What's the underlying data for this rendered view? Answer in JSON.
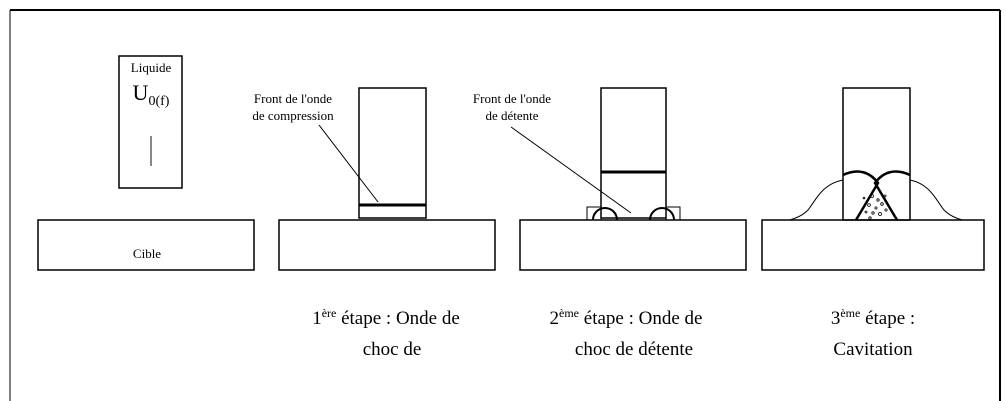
{
  "figure": {
    "panel0": {
      "liquid_label": "Liquide",
      "velocity_symbol": "U",
      "velocity_subscript": "0(f)",
      "target_label": "Cible"
    },
    "panel1": {
      "annotation_line1": "Front de l'onde",
      "annotation_line2": "de compression",
      "caption_num": "1",
      "caption_sup": "ère",
      "caption_line1": " étape : Onde de",
      "caption_line2": "choc de"
    },
    "panel2": {
      "annotation_line1": "Front de l'onde",
      "annotation_line2": "de détente",
      "caption_num": "2",
      "caption_sup": "ème",
      "caption_line1": " étape : Onde de",
      "caption_line2": "choc de détente"
    },
    "panel3": {
      "caption_num": "3",
      "caption_sup": "ème",
      "caption_line1": " étape :",
      "caption_line2": "Cavitation"
    }
  }
}
